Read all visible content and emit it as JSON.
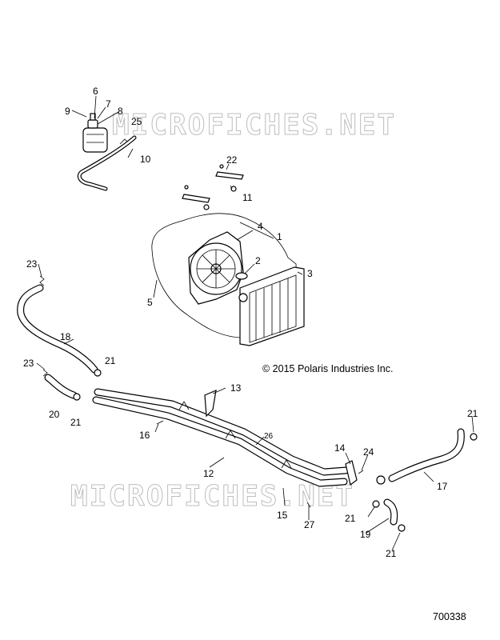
{
  "watermark": "MICROFICHES.NET",
  "copyright": "© 2015 Polaris Industries Inc.",
  "figure_number": "700338",
  "callouts": {
    "c1": "1",
    "c2": "2",
    "c3": "3",
    "c4": "4",
    "c5": "5",
    "c6": "6",
    "c7": "7",
    "c8": "8",
    "c9": "9",
    "c10": "10",
    "c11": "11",
    "c12": "12",
    "c13": "13",
    "c14": "14",
    "c15": "15",
    "c16": "16",
    "c17": "17",
    "c18": "18",
    "c19": "19",
    "c20": "20",
    "c21a": "21",
    "c21b": "21",
    "c21c": "21",
    "c21d": "21",
    "c21e": "21",
    "c22": "22",
    "c23a": "23",
    "c23b": "23",
    "c24": "24",
    "c25": "25",
    "c26": "26",
    "c27": "27"
  }
}
